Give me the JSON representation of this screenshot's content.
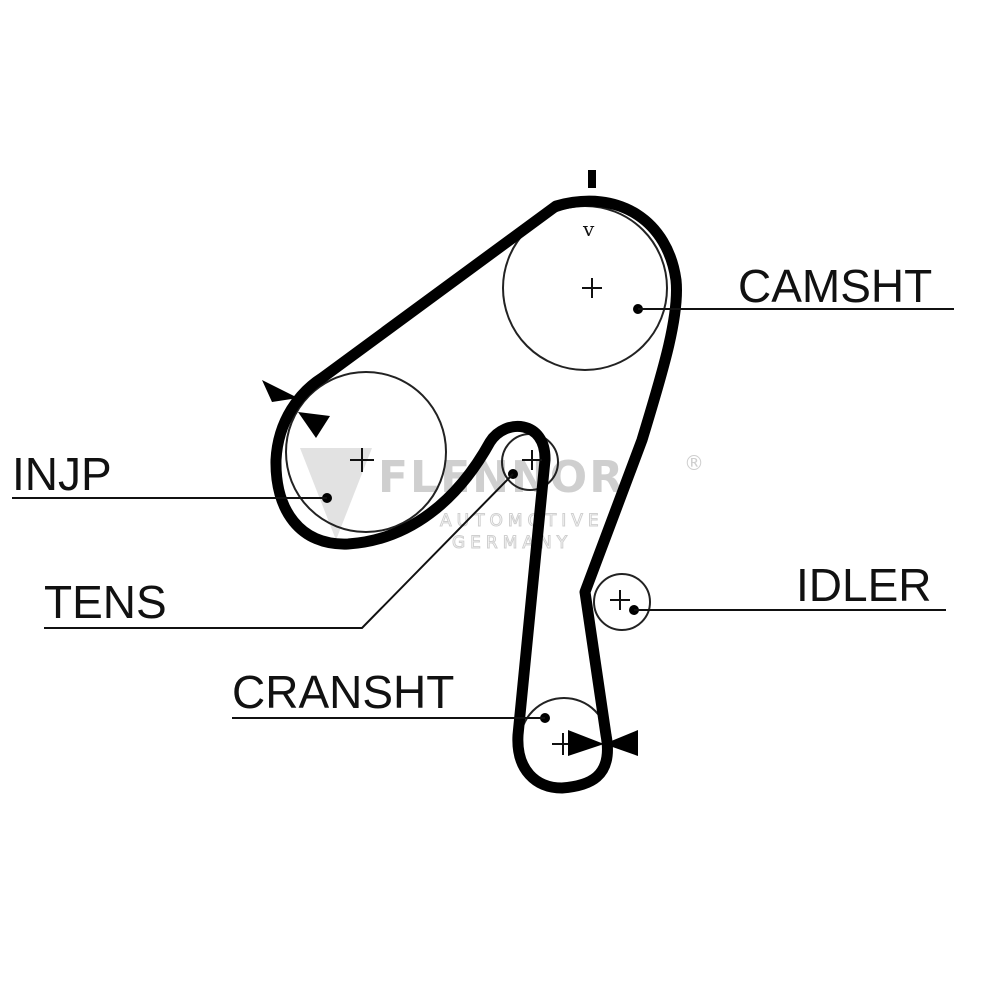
{
  "diagram": {
    "labels": {
      "camshaft": "CAMSHT",
      "injection_pump": "INJP",
      "tensioner": "TENS",
      "idler": "IDLER",
      "crankshaft": "CRANSHT"
    },
    "timing_mark": "v",
    "watermark": {
      "brand": "FLENNOR",
      "registered": "®",
      "line1": "AUTOMOTIVE",
      "line2": "GERMANY"
    }
  }
}
